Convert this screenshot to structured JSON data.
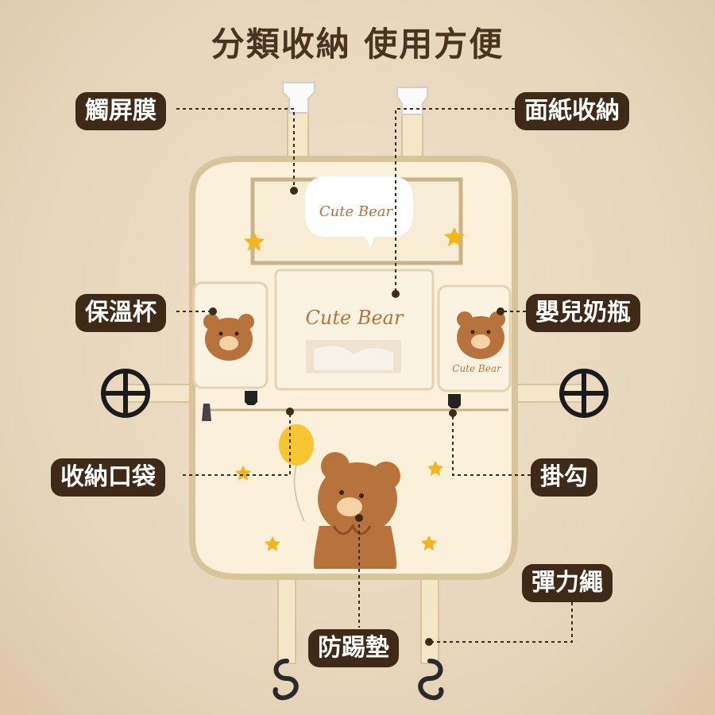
{
  "title": "分類收納 使用方便",
  "labels": {
    "touchscreen": "觸屏膜",
    "tissue": "面紙收納",
    "thermos": "保溫杯",
    "baby_bottle": "嬰兒奶瓶",
    "storage_pocket": "收納口袋",
    "hook": "掛勾",
    "elastic_cord": "彈力繩",
    "kick_mat": "防踢墊"
  },
  "product_text": {
    "bubble": "Cute Bear",
    "tissue_box": "Cute Bear",
    "bottle_holder": "Cute Bear"
  },
  "colors": {
    "label_bg": "#3f2a17",
    "organizer_fill": "#fbf0d9",
    "trim": "#d8c49b",
    "bear": "#b8733c",
    "star": "#f2b51e",
    "balloon": "#f7c531"
  }
}
